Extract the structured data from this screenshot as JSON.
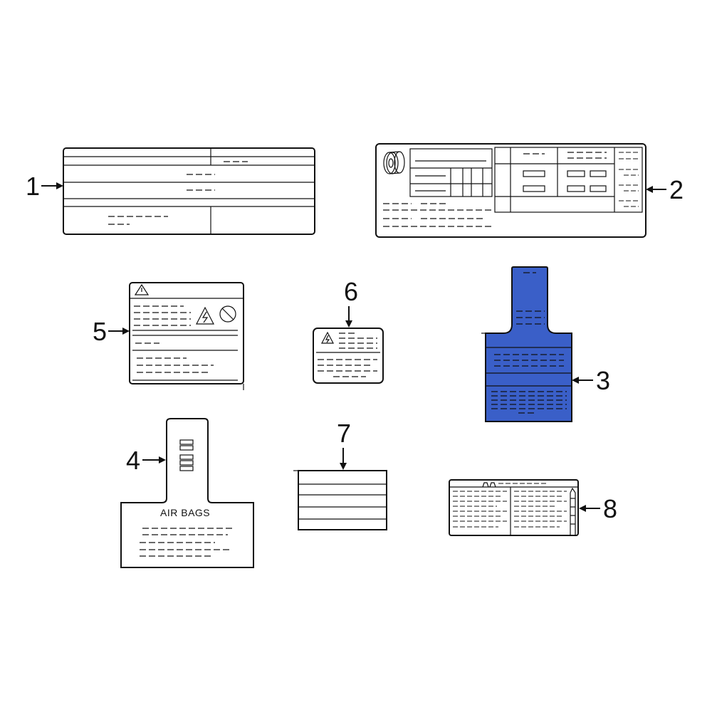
{
  "callouts": {
    "c1": "1",
    "c2": "2",
    "c3": "3",
    "c4": "4",
    "c5": "5",
    "c6": "6",
    "c7": "7",
    "c8": "8"
  },
  "airbag_label": {
    "title": "AIR BAGS"
  },
  "colors": {
    "highlight": "#3a5fc8",
    "line": "#111111",
    "background": "#ffffff"
  },
  "icons": [
    "warning-triangle-icon",
    "electrical-hazard-icon",
    "prohibited-icon",
    "tire-icon"
  ]
}
